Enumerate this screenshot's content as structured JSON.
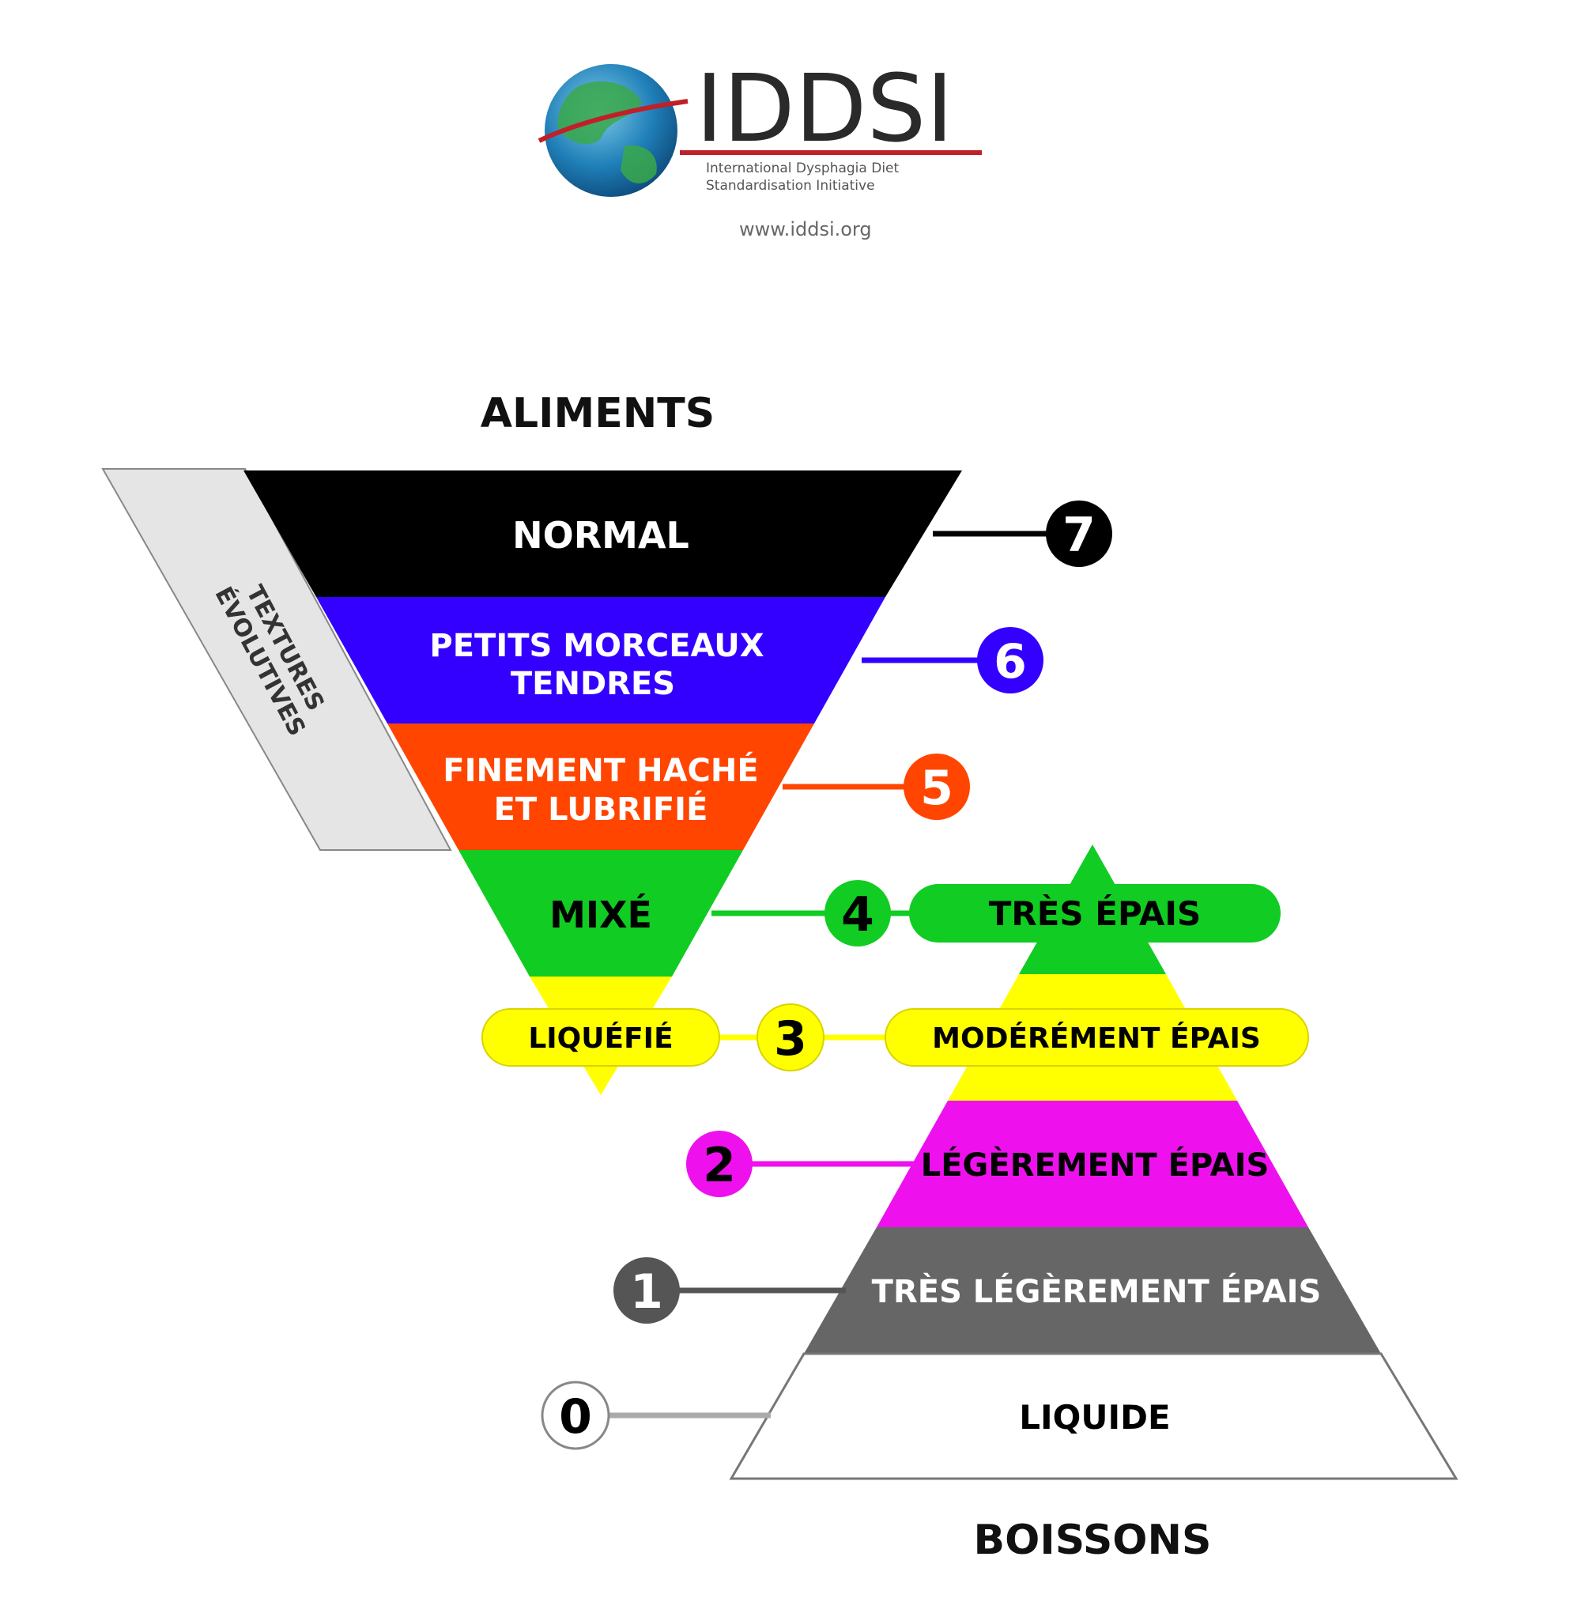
{
  "logo": {
    "name": "IDDSI",
    "subtitle_line1": "International Dysphagia Diet",
    "subtitle_line2": "Standardisation Initiative",
    "url": "www.iddsi.org"
  },
  "headings": {
    "foods": "ALIMENTS",
    "drinks": "BOISSONS"
  },
  "side_label": {
    "line1": "TEXTURES",
    "line2": "ÉVOLUTIVES"
  },
  "levels": [
    {
      "number": "7",
      "label1": "NORMAL",
      "label2": "",
      "color": "#000000",
      "text_color": "#ffffff",
      "group": "food"
    },
    {
      "number": "6",
      "label1": "PETITS MORCEAUX",
      "label2": "TENDRES",
      "color": "#3300ff",
      "text_color": "#ffffff",
      "group": "food"
    },
    {
      "number": "5",
      "label1": "FINEMENT HACHÉ",
      "label2": "ET LUBRIFIÉ",
      "color": "#ff4500",
      "text_color": "#ffffff",
      "group": "food"
    },
    {
      "number": "4",
      "label1": "MIXÉ",
      "label2": "",
      "drink_label": "TRÈS ÉPAIS",
      "color": "#11cc22",
      "text_color": "#000000",
      "group": "both"
    },
    {
      "number": "3",
      "label1": "LIQUÉFIÉ",
      "label2": "",
      "drink_label": "MODÉRÉMENT ÉPAIS",
      "color": "#ffff00",
      "text_color": "#000000",
      "group": "both"
    },
    {
      "number": "2",
      "label1": "LÉGÈREMENT ÉPAIS",
      "label2": "",
      "color": "#ee11ee",
      "text_color": "#000000",
      "group": "drink"
    },
    {
      "number": "1",
      "label1": "TRÈS LÉGÈREMENT ÉPAIS",
      "label2": "",
      "color": "#666666",
      "text_color": "#ffffff",
      "group": "drink"
    },
    {
      "number": "0",
      "label1": "LIQUIDE",
      "label2": "",
      "color": "#ffffff",
      "text_color": "#000000",
      "group": "drink"
    }
  ]
}
